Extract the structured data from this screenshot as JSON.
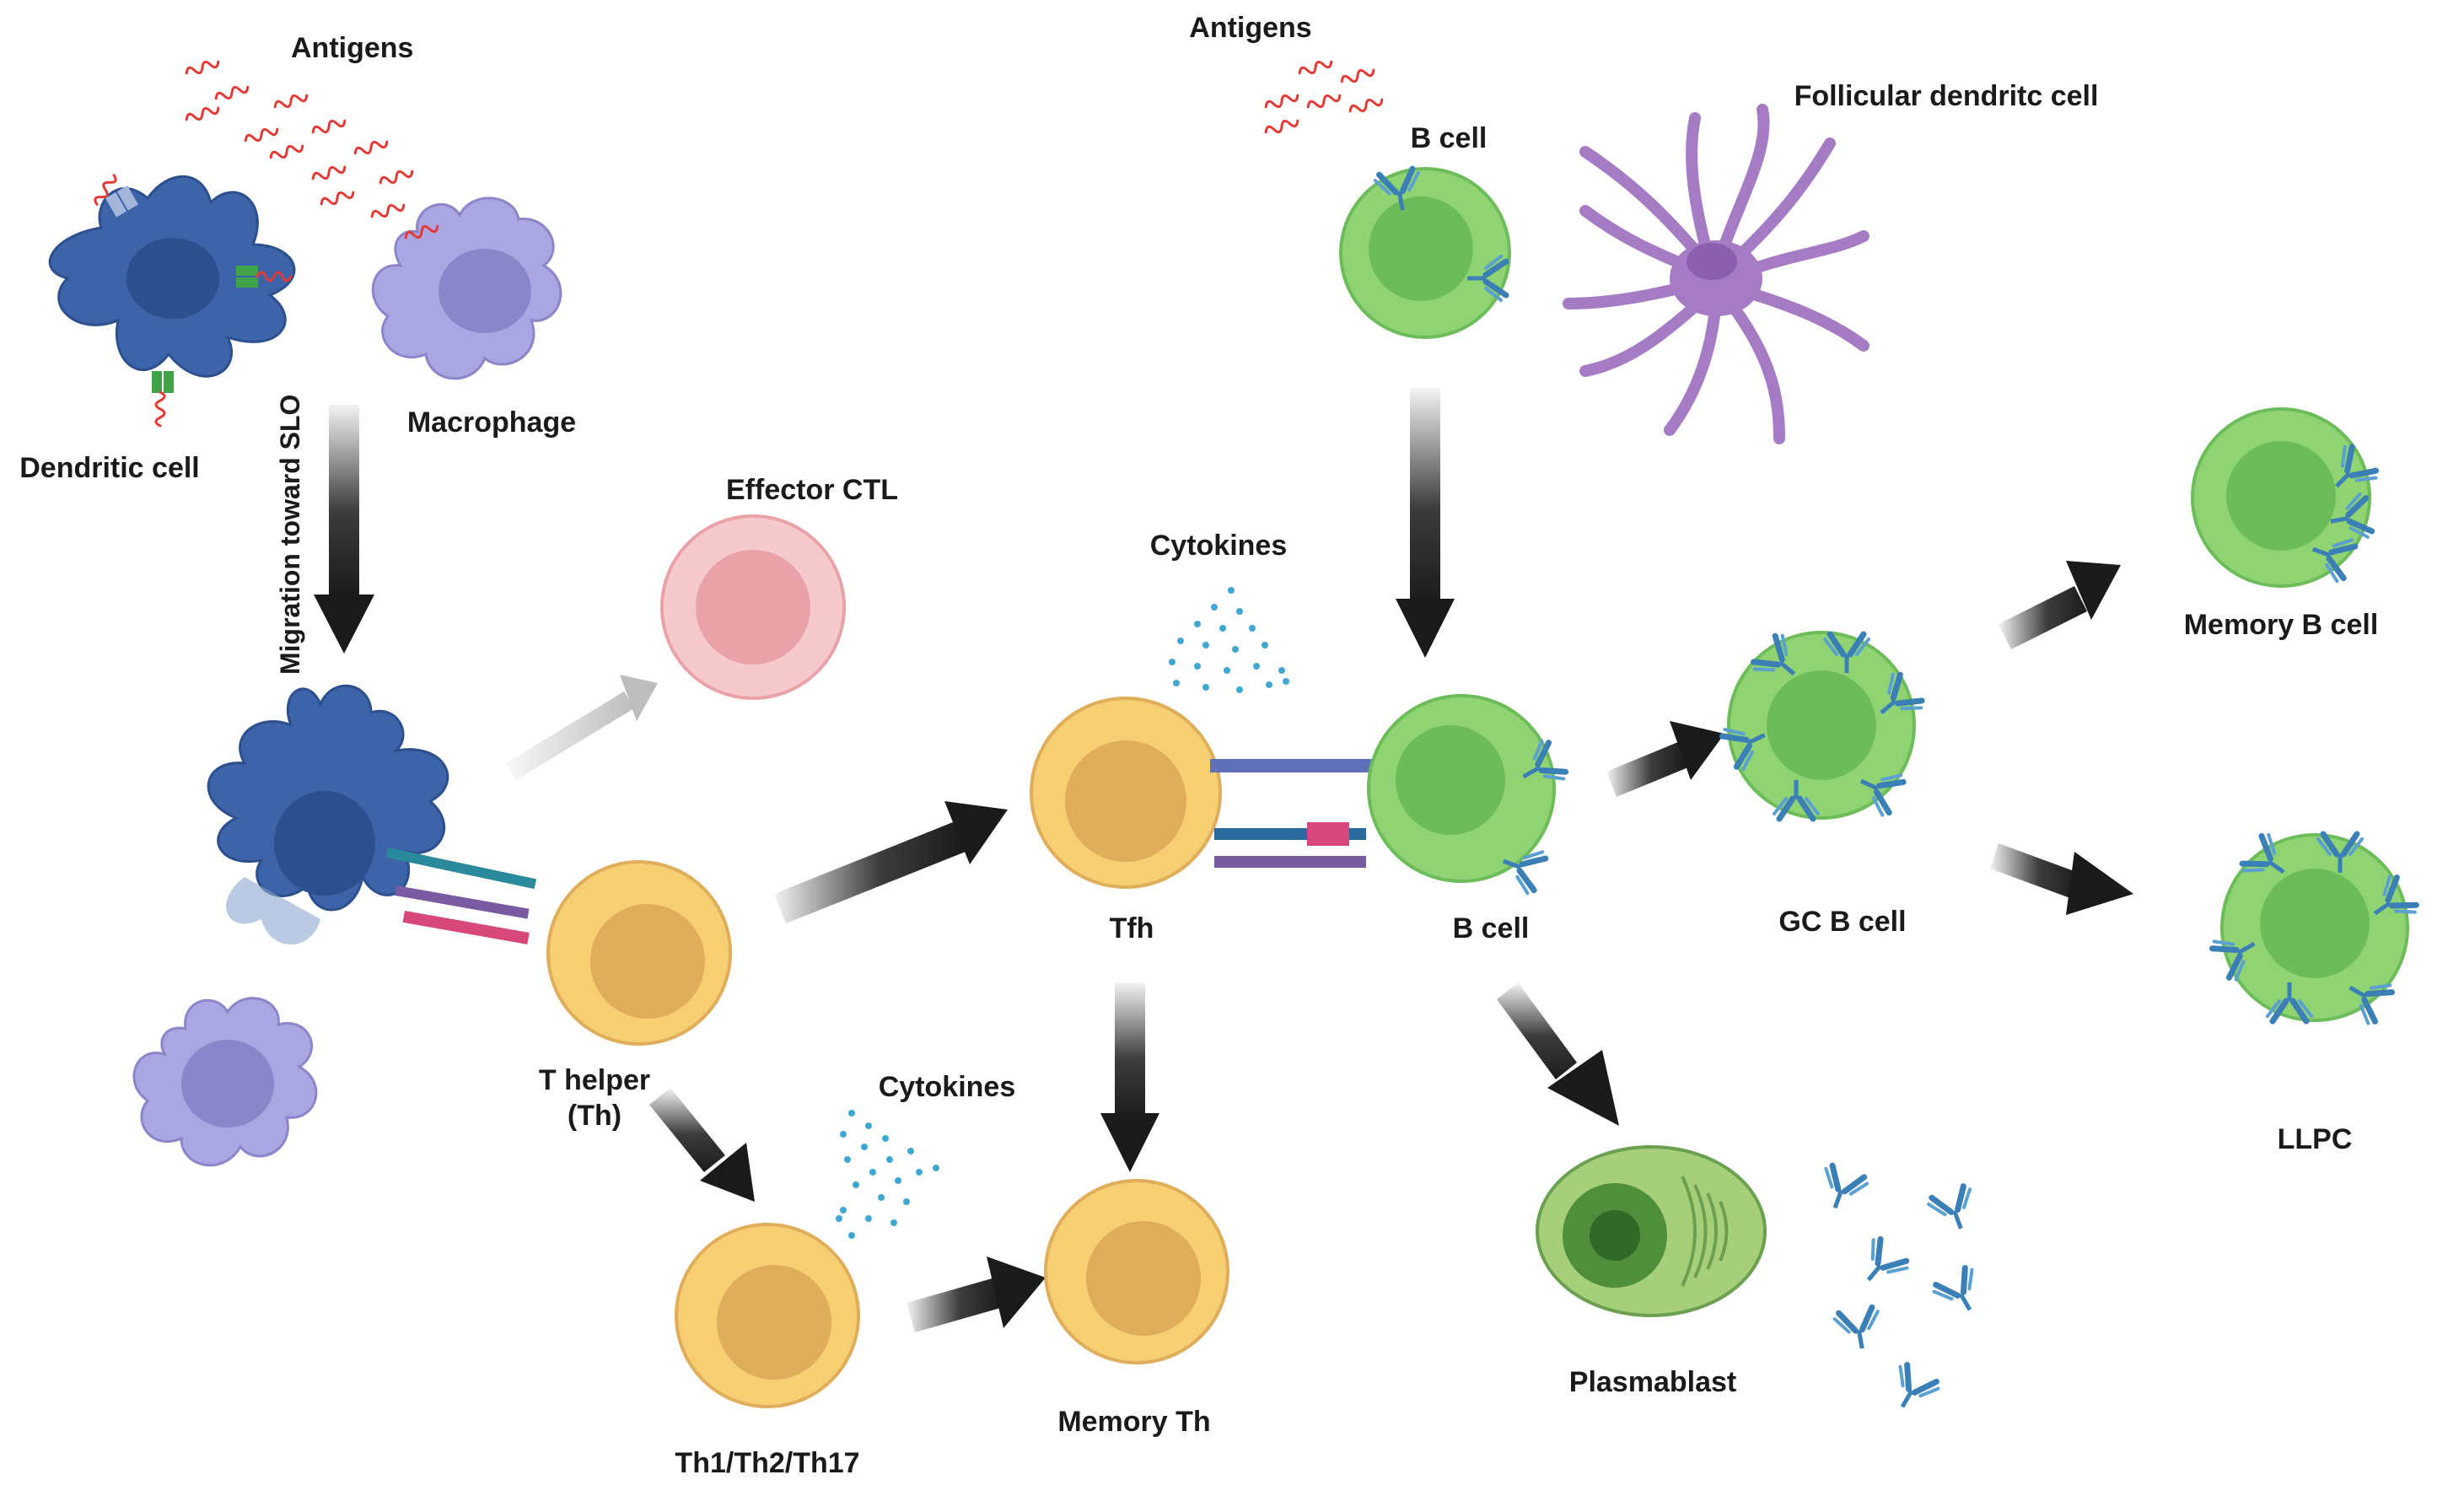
{
  "labels": {
    "antigens_left": "Antigens",
    "antigens_right": "Antigens",
    "dendritic_cell": "Dendritic cell",
    "macrophage": "Macrophage",
    "migration": "Migration toward SLO",
    "effector_ctl": "Effector CTL",
    "t_helper_line1": "T helper",
    "t_helper_line2": "(Th)",
    "th_subsets": "Th1/Th2/Th17",
    "memory_th": "Memory Th",
    "cytokines_top": "Cytokines",
    "cytokines_bottom": "Cytokines",
    "tfh": "Tfh",
    "b_cell_top": "B cell",
    "b_cell_mid": "B cell",
    "fdc": "Follicular dendritc cell",
    "gc_b_cell": "GC B cell",
    "memory_b_cell": "Memory B cell",
    "llpc": "LLPC",
    "plasmablast": "Plasmablast"
  },
  "colors": {
    "dendritic": "#3d63a8",
    "dendritic_nucleus": "#2c4f8e",
    "macrophage": "#a9a6e2",
    "macrophage_nucleus": "#8b86c9",
    "t_cell": "#f7cf73",
    "t_cell_nucleus": "#e0ad5b",
    "ctl": "#f6c9cc",
    "ctl_nucleus": "#e9a3a8",
    "b_cell": "#8fd372",
    "b_cell_nucleus": "#6cbd59",
    "fdc": "#a57cc4",
    "antibody": "#3a7fb5",
    "antigen": "#e53935",
    "cytokine": "#3fa7d0",
    "arrow": "#1a1a1a"
  }
}
